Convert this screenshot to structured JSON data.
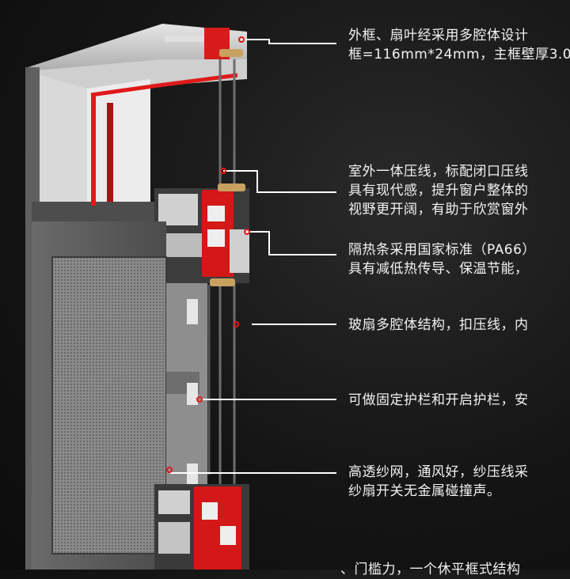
{
  "callouts": [
    {
      "lines": [
        "外框、扇叶经采用多腔体设计",
        "框=116mm*24mm，主框壁厚3.0"
      ]
    },
    {
      "lines": [
        "室外一体压线，标配闭口压线",
        "具有现代感，提升窗户整体的",
        "视野更开阔，有助于欣赏窗外"
      ]
    },
    {
      "lines": [
        "隔热条采用国家标准（PA66）",
        "具有减低热传导、保温节能，"
      ]
    },
    {
      "lines": [
        "玻扇多腔体结构，扣压线，内"
      ]
    },
    {
      "lines": [
        "可做固定护栏和开启护栏，安"
      ]
    },
    {
      "lines": [
        "高透纱网，通风好，纱压线采",
        "纱扇开关无金属碰撞声。"
      ]
    },
    {
      "lines": [
        "、门槛力，一个休平框式结构"
      ]
    }
  ],
  "colors": {
    "background": "#151515",
    "frame": "#5a5a5a",
    "profile_light": "#d8d8d8",
    "accent_red": "#e01a1a",
    "text": "#f2f2f2"
  }
}
